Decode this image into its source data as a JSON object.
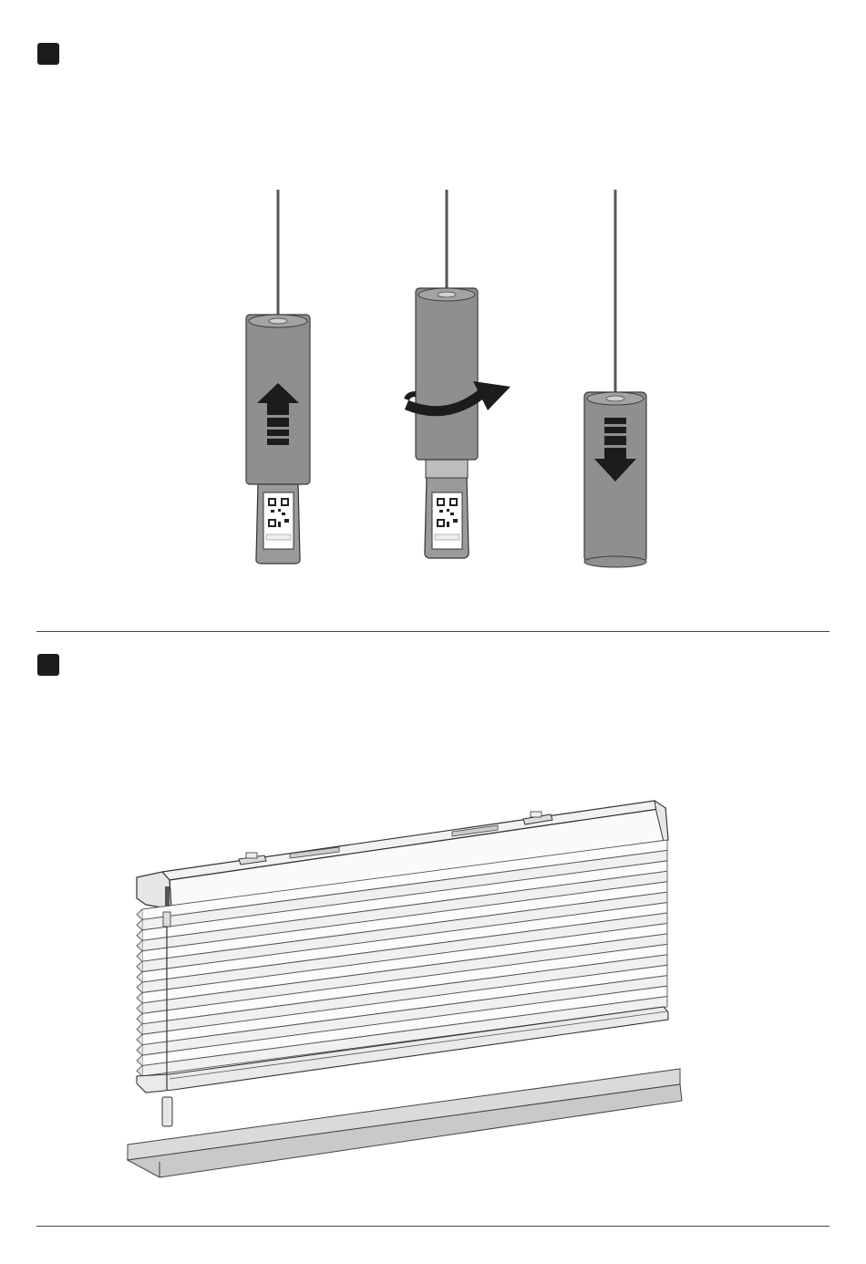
{
  "page": {
    "background": "#ffffff",
    "ink": "#1c1c1c",
    "cylinder_fill": "#8f8f8f",
    "cylinder_stroke": "#3a3a3a",
    "pleat_fill": "#f5f5f5",
    "sill_fill": "#dadada"
  },
  "steps": [
    {
      "marker": "filled-square",
      "illustration": "battery-wand-cylinders",
      "panels": [
        {
          "action": "slide-up",
          "icon": "arrow-up-icon",
          "label_visible": true
        },
        {
          "action": "rotate",
          "icon": "rotate-arrow-icon",
          "label_visible": true
        },
        {
          "action": "slide-down",
          "icon": "arrow-down-icon",
          "label_visible": false
        }
      ]
    },
    {
      "marker": "filled-square",
      "illustration": "pleated-blind-assembly",
      "pleat_count": 16
    }
  ]
}
